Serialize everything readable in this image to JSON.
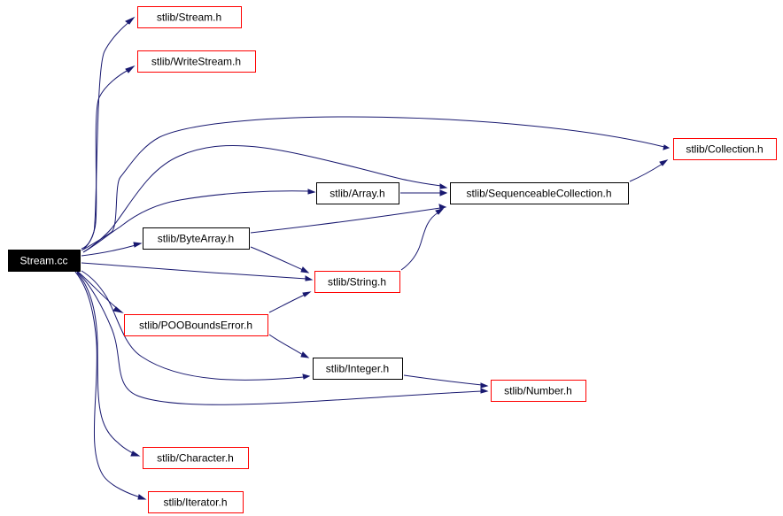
{
  "colors": {
    "root_fill": "#000000",
    "root_text": "#ffffff",
    "node_fill": "#ffffff",
    "node_text": "#000000",
    "black_border": "#000000",
    "red_border": "#ff0000",
    "edge": "#191970"
  },
  "nodes": [
    {
      "id": "root",
      "label": "Stream.cc",
      "style": "root"
    },
    {
      "id": "stream_h",
      "label": "stlib/Stream.h",
      "style": "red"
    },
    {
      "id": "writestream_h",
      "label": "stlib/WriteStream.h",
      "style": "red"
    },
    {
      "id": "collection_h",
      "label": "stlib/Collection.h",
      "style": "red"
    },
    {
      "id": "seqcoll_h",
      "label": "stlib/SequenceableCollection.h",
      "style": "black"
    },
    {
      "id": "array_h",
      "label": "stlib/Array.h",
      "style": "black"
    },
    {
      "id": "bytearray_h",
      "label": "stlib/ByteArray.h",
      "style": "black"
    },
    {
      "id": "string_h",
      "label": "stlib/String.h",
      "style": "red"
    },
    {
      "id": "poobounds_h",
      "label": "stlib/POOBoundsError.h",
      "style": "red"
    },
    {
      "id": "integer_h",
      "label": "stlib/Integer.h",
      "style": "black"
    },
    {
      "id": "number_h",
      "label": "stlib/Number.h",
      "style": "red"
    },
    {
      "id": "character_h",
      "label": "stlib/Character.h",
      "style": "red"
    },
    {
      "id": "iterator_h",
      "label": "stlib/Iterator.h",
      "style": "red"
    }
  ],
  "edges": [
    {
      "from": "root",
      "to": "stream_h"
    },
    {
      "from": "root",
      "to": "writestream_h"
    },
    {
      "from": "root",
      "to": "collection_h"
    },
    {
      "from": "root",
      "to": "seqcoll_h"
    },
    {
      "from": "root",
      "to": "array_h"
    },
    {
      "from": "root",
      "to": "bytearray_h"
    },
    {
      "from": "root",
      "to": "string_h"
    },
    {
      "from": "root",
      "to": "poobounds_h"
    },
    {
      "from": "root",
      "to": "integer_h"
    },
    {
      "from": "root",
      "to": "number_h"
    },
    {
      "from": "root",
      "to": "character_h"
    },
    {
      "from": "root",
      "to": "iterator_h"
    },
    {
      "from": "array_h",
      "to": "seqcoll_h"
    },
    {
      "from": "seqcoll_h",
      "to": "collection_h"
    },
    {
      "from": "bytearray_h",
      "to": "seqcoll_h"
    },
    {
      "from": "bytearray_h",
      "to": "string_h"
    },
    {
      "from": "string_h",
      "to": "seqcoll_h"
    },
    {
      "from": "poobounds_h",
      "to": "string_h"
    },
    {
      "from": "poobounds_h",
      "to": "integer_h"
    },
    {
      "from": "integer_h",
      "to": "number_h"
    }
  ]
}
